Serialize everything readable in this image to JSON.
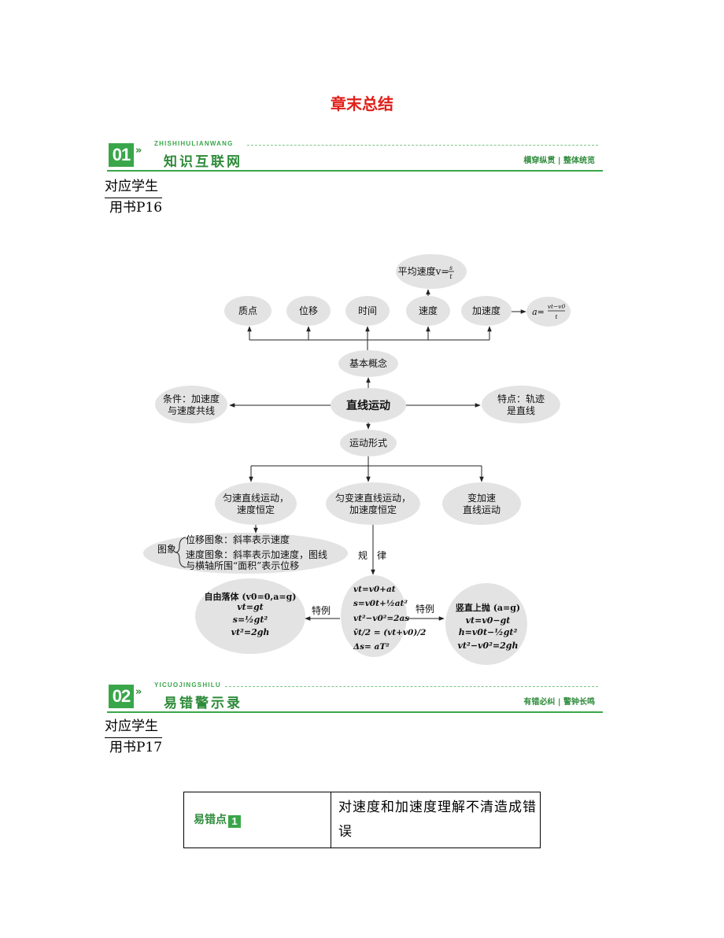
{
  "title": "章末总结",
  "section1": {
    "number": "01",
    "arrows": "»",
    "pinyin": "ZHISHIHULIANWANG",
    "heading": "知识互联网",
    "tag": "横穿纵贯 | 整体统览",
    "ref_line1": "对应学生",
    "ref_line2": "用书P16"
  },
  "diagram": {
    "avg_speed": "平均速度v=",
    "avg_num": "s",
    "avg_den": "t",
    "concepts": [
      "质点",
      "位移",
      "时间",
      "速度",
      "加速度"
    ],
    "accel_formula": "a=",
    "accel_num": "vt−v0",
    "accel_den": "t",
    "basic": "基本概念",
    "center": "直线运动",
    "condition": [
      "条件：加速度",
      "与速度共线"
    ],
    "feature": [
      "特点：轨迹",
      "是直线"
    ],
    "forms": "运动形式",
    "uniform": [
      "匀速直线运动，",
      "速度恒定"
    ],
    "uniform_accel": [
      "匀变速直线运动，",
      "加速度恒定"
    ],
    "variable": [
      "变加速",
      "直线运动"
    ],
    "graph_label": "图象",
    "graph_lines": [
      "位移图象：斜率表示速度",
      "速度图象：斜率表示加速度，图线",
      "与横轴所围“面积”表示位移"
    ],
    "law": "规　律",
    "formulas": [
      "vt=v0+at",
      "s=v0t+½at²",
      "vt²−v0²=2as",
      "v̄t/2 = (vt+v0)/2",
      "Δs= aT²"
    ],
    "special": "特例",
    "free_fall": [
      "自由落体 (v0=0,a=g)",
      "vt=gt",
      "s=½gt²",
      "vt²=2gh"
    ],
    "vertical": [
      "竖直上抛 (a=g)",
      "vt=v0−gt",
      "h=v0t−½gt²",
      "vt²−v0²=2gh"
    ]
  },
  "section2": {
    "number": "02",
    "arrows": "»",
    "pinyin": "YICUOJINGSHILU",
    "heading": "易错警示录",
    "tag": "有错必纠 | 警钟长鸣",
    "ref_line1": "对应学生",
    "ref_line2": "用书P17"
  },
  "table": {
    "label": "易错点",
    "badge": "1",
    "text": "对速度和加速度理解不清造成错误"
  }
}
